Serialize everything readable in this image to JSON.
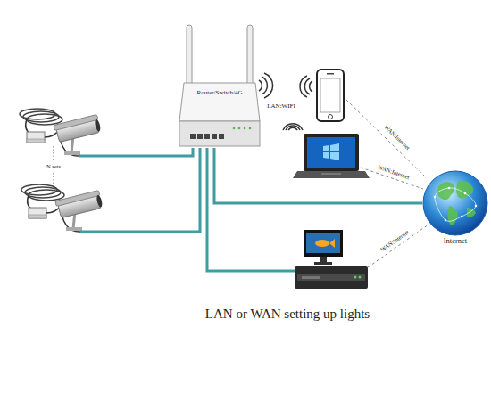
{
  "diagram": {
    "caption": "LAN or WAN setting up lights",
    "nodes": [
      {
        "text": [
          "Router/Switch/4G"
        ]
      },
      {
        "text": [
          "Internet"
        ]
      }
    ],
    "edges": [
      {
        "from": 0,
        "to": 1,
        "arrow": "none"
      }
    ],
    "labels": [
      "N sets",
      "LAN:WIFI",
      "WAN:Internet",
      "WAN:Internet",
      "WAN:Internet"
    ]
  }
}
